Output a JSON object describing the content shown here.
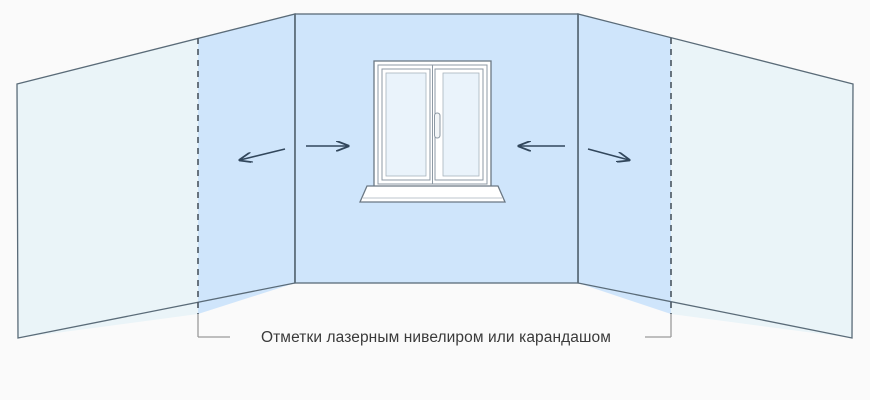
{
  "diagram": {
    "title_caption": "Отметки лазерным нивелиром или карандашом",
    "background_color": "#fafafa",
    "scene_description": "Перспективная схема комнаты с окном в центральной стене и боковыми стенами",
    "walls": {
      "center": {
        "name": "Стена с окном",
        "fill": "#cfe5fb",
        "stroke": "#5a6b78"
      },
      "left": {
        "name": "Левая боковая стена",
        "near_fill": "#cfe5fb",
        "far_fill": "#eaf4f8",
        "stroke": "#5a6b78"
      },
      "right": {
        "name": "Правая боковая стена",
        "near_fill": "#cfe5fb",
        "far_fill": "#eaf4f8",
        "stroke": "#5a6b78"
      }
    },
    "marks": {
      "label": "Линии разметки",
      "style": "dashed",
      "color": "#4a5560",
      "count": 2
    },
    "arrows": {
      "color": "#32475c",
      "label": "Направление нанесения разметки",
      "count": 4,
      "items": [
        {
          "name": "стрелка влево на левой стене",
          "direction": "left"
        },
        {
          "name": "стрелка вправо на центральной стене слева",
          "direction": "right"
        },
        {
          "name": "стрелка влево на центральной стене справа",
          "direction": "left"
        },
        {
          "name": "стрелка вправо на правой стене",
          "direction": "right"
        }
      ]
    },
    "window": {
      "label": "Окно ПВХ двустворчатое",
      "frame_color": "#ffffff",
      "frame_stroke": "#6b7884",
      "glass_color": "#eaf3fb",
      "sash_count": 2,
      "handle": "ручка створки",
      "sill": "подоконник"
    },
    "leader": {
      "color": "#9a9a9a",
      "label": "Выносная линия"
    }
  }
}
